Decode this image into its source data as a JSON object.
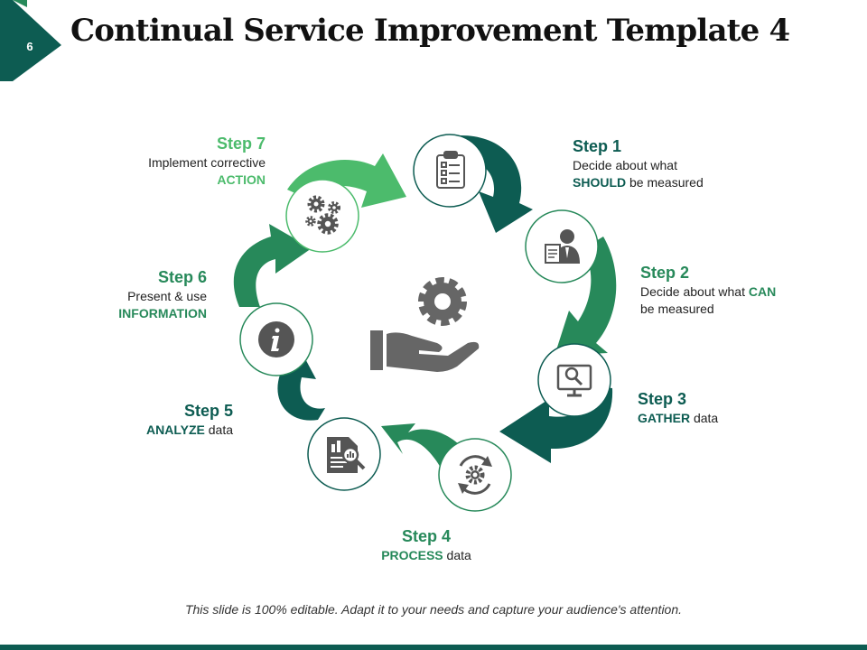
{
  "colors": {
    "dark": "#0d5c52",
    "medium": "#27895a",
    "light": "#4cbb6c",
    "icon": "#555555",
    "text": "#222222"
  },
  "slide": {
    "number": "6",
    "title": "Continual Service Improvement Template 4"
  },
  "center_icon": "hand-holding-gear-icon",
  "steps": [
    {
      "title": "Step 1",
      "line1": "Decide about what",
      "line2_keyword": "SHOULD",
      "line2_rest": " be measured",
      "icon": "clipboard-checklist-icon"
    },
    {
      "title": "Step 2",
      "line1_pre": "Decide about what ",
      "line1_keyword": "CAN",
      "line2": "be measured",
      "icon": "businessman-document-icon"
    },
    {
      "title": "Step 3",
      "line1_keyword": "GATHER",
      "line1_rest": " data",
      "icon": "monitor-search-icon"
    },
    {
      "title": "Step 4",
      "line1_keyword": "PROCESS",
      "line1_rest": " data",
      "icon": "gear-refresh-icon"
    },
    {
      "title": "Step 5",
      "line1_keyword": "ANALYZE",
      "line1_rest": " data",
      "icon": "report-magnifier-icon"
    },
    {
      "title": "Step 6",
      "line1": "Present & use",
      "line2_keyword": "INFORMATION",
      "icon": "info-icon"
    },
    {
      "title": "Step 7",
      "line1": "Implement corrective",
      "line2_keyword": "ACTION",
      "icon": "gears-icon"
    }
  ],
  "footer": {
    "note": "This slide is 100% editable. Adapt it to your needs and capture your audience's attention."
  }
}
